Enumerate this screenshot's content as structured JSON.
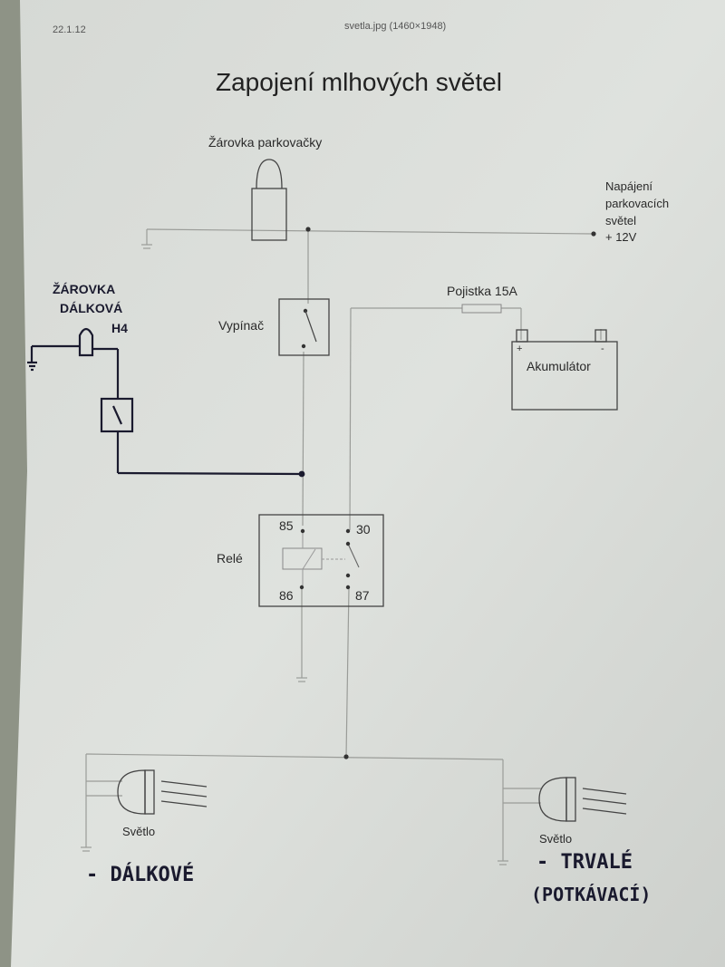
{
  "header": {
    "date": "22.1.12",
    "filename": "svetla.jpg (1460×1948)"
  },
  "title": "Zapojení mlhových světel",
  "labels": {
    "parking_bulb": "Žárovka parkovačky",
    "supply_line1": "Napájení",
    "supply_line2": "parkovacích",
    "supply_line3": "světel",
    "supply_line4": "+ 12V",
    "fuse": "Pojistka 15A",
    "switch": "Vypínač",
    "battery": "Akumulátor",
    "battery_plus": "+",
    "battery_minus": "-",
    "relay": "Relé",
    "relay_pin_85": "85",
    "relay_pin_30": "30",
    "relay_pin_86": "86",
    "relay_pin_87": "87",
    "light_left": "Světlo",
    "light_right": "Světlo"
  },
  "handwritten": {
    "high_beam_bulb_1": "ŽÁROVKA",
    "high_beam_bulb_2": "DÁLKOVÁ",
    "high_beam_bulb_3": "H4",
    "left_note": "- DÁLKOVÉ",
    "right_note_1": "- TRVALÉ",
    "right_note_2": "(POTKÁVACÍ)"
  },
  "colors": {
    "paper": "#dcdfdb",
    "line": "#9a9c98",
    "ink": "#2a2a2a",
    "pen": "#1a1a2e"
  }
}
